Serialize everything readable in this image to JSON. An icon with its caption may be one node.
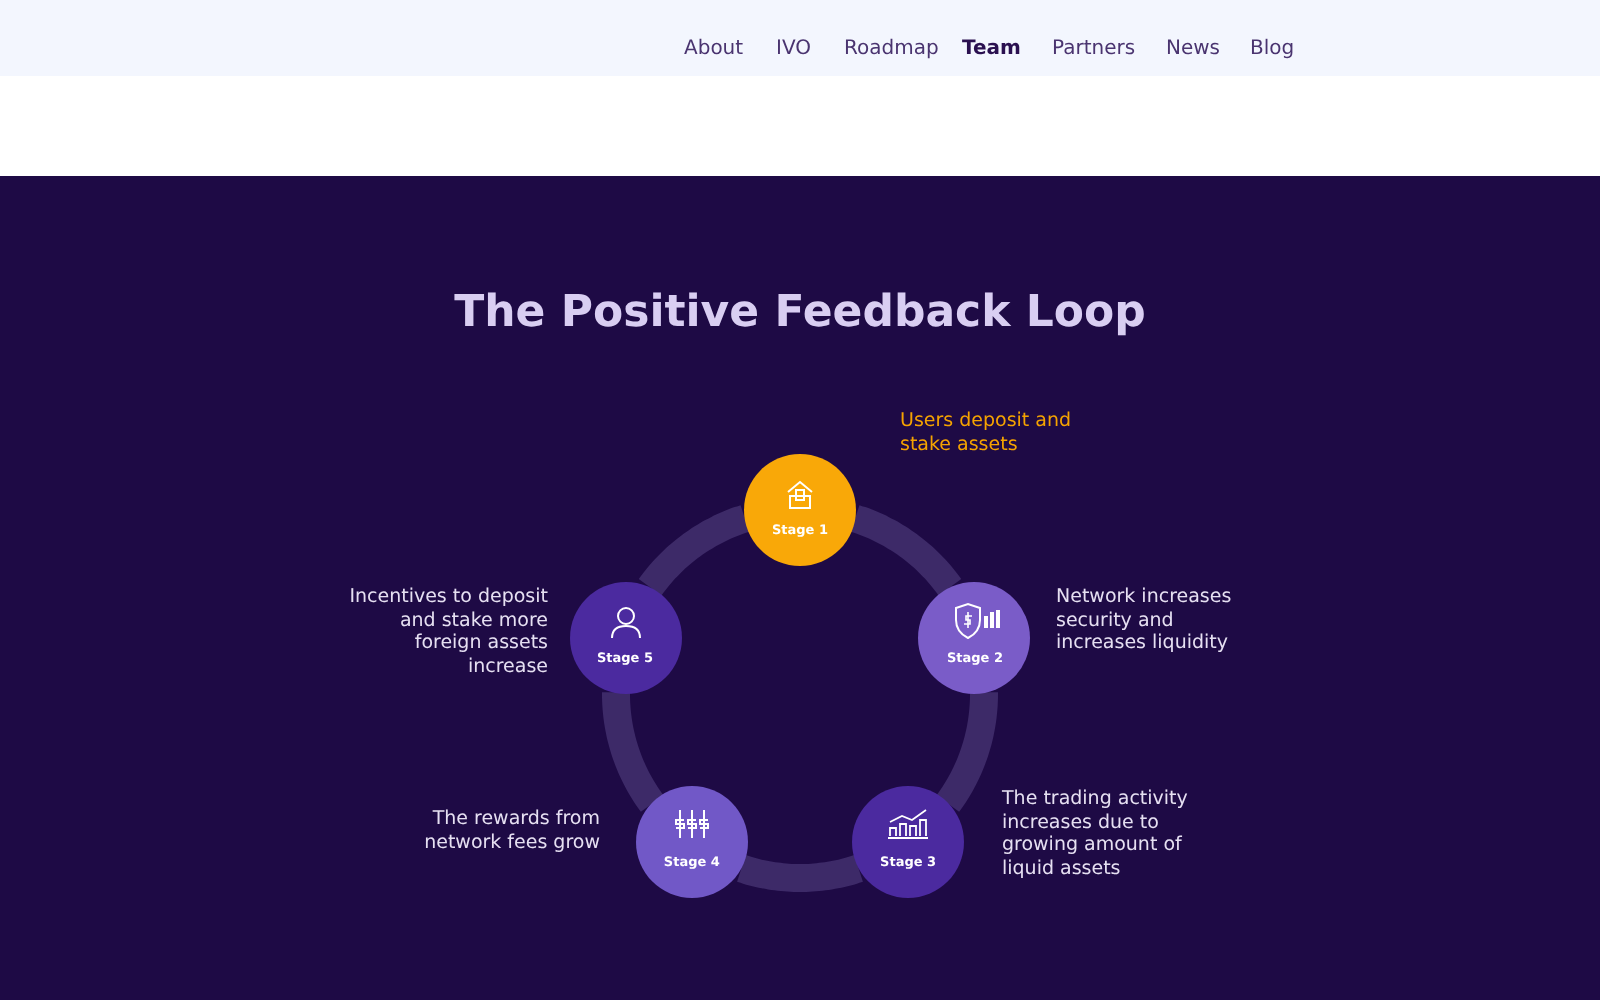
{
  "diagram": {
    "title": "The Positive Feedback Loop",
    "nodes": [
      {
        "text": [
          "Stage 1"
        ],
        "beside": [
          "Users deposit and stake assets"
        ]
      },
      {
        "text": [
          "Stage 2"
        ],
        "beside": [
          "Network increases security and increases liquidity"
        ]
      },
      {
        "text": [
          "Stage 3"
        ],
        "beside": [
          "The trading activity increases due to growing amount of liquid assets"
        ]
      },
      {
        "text": [
          "Stage 4"
        ],
        "beside": [
          "The rewards from network fees grow"
        ]
      },
      {
        "text": [
          "Stage 5"
        ],
        "beside": [
          "Incentives to deposit and stake more foreign assets increase"
        ]
      }
    ],
    "edges": [
      {
        "from": 0,
        "to": 1,
        "arrow": "none"
      },
      {
        "from": 1,
        "to": 2,
        "arrow": "none"
      },
      {
        "from": 2,
        "to": 3,
        "arrow": "none"
      },
      {
        "from": 3,
        "to": 4,
        "arrow": "none"
      },
      {
        "from": 4,
        "to": 0,
        "arrow": "none"
      }
    ],
    "labels": [
      "About",
      "IVO",
      "Roadmap",
      "Team",
      "Partners",
      "News",
      "Blog"
    ]
  }
}
